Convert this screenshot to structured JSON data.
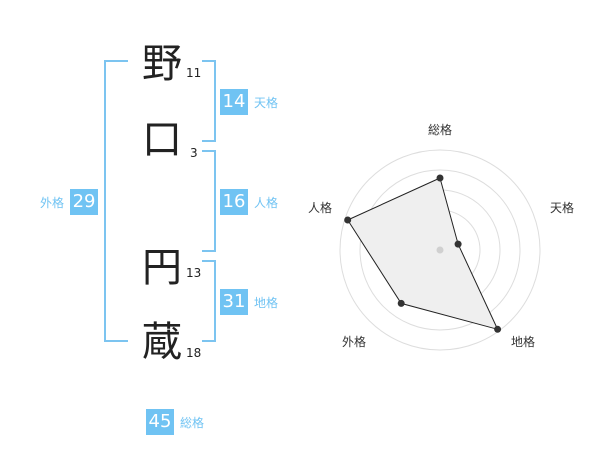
{
  "name": {
    "chars": [
      {
        "char": "野",
        "strokes": "11"
      },
      {
        "char": "口",
        "strokes": "3"
      },
      {
        "char": "円",
        "strokes": "13"
      },
      {
        "char": "蔵",
        "strokes": "18"
      }
    ]
  },
  "kaku": {
    "tenkaku": {
      "value": "14",
      "label": "天格"
    },
    "jinkaku": {
      "value": "16",
      "label": "人格"
    },
    "chikaku": {
      "value": "31",
      "label": "地格"
    },
    "gaikaku": {
      "value": "29",
      "label": "外格"
    },
    "soukaku": {
      "value": "45",
      "label": "総格"
    }
  },
  "colors": {
    "accent": "#70c3f3",
    "bracket": "#7cc4f0",
    "text": "#222222"
  },
  "chart_data": {
    "type": "radar",
    "axes": [
      "総格",
      "天格",
      "地格",
      "外格",
      "人格"
    ],
    "values": [
      0.72,
      0.19,
      0.98,
      0.66,
      0.97
    ],
    "rings": 5,
    "range": [
      0,
      1
    ]
  }
}
